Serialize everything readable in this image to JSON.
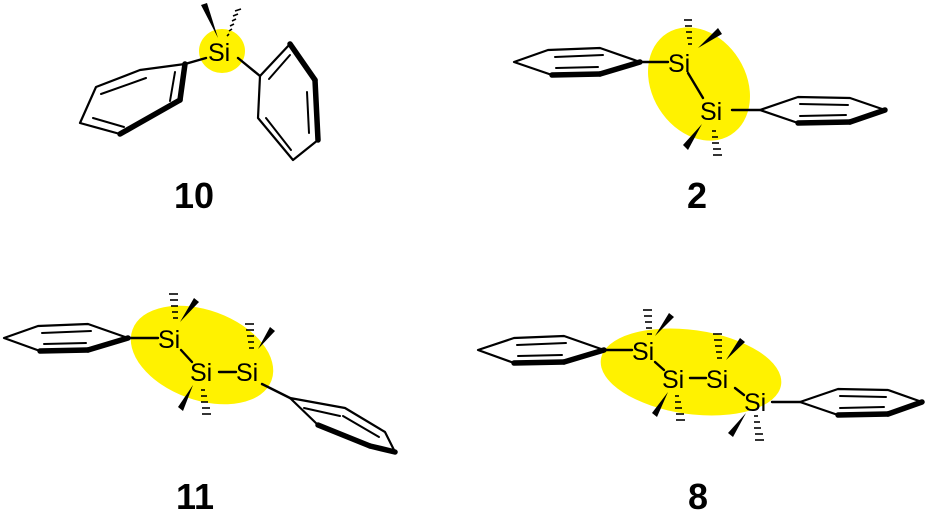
{
  "atom_label": "Si",
  "compounds": [
    {
      "label": "10",
      "si_count": 1
    },
    {
      "label": "2",
      "si_count": 2
    },
    {
      "label": "11",
      "si_count": 3
    },
    {
      "label": "8",
      "si_count": 4
    }
  ],
  "highlight_color": "#fff200"
}
